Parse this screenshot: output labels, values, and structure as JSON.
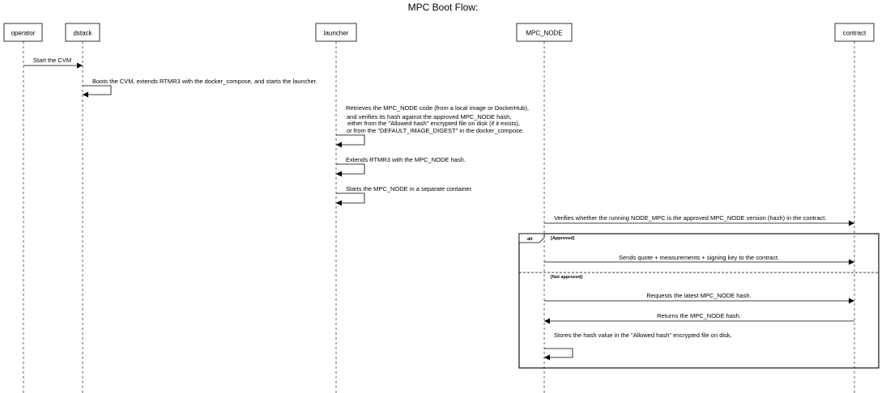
{
  "title": "MPC Boot Flow:",
  "participants": {
    "operator": "operator",
    "dstack": "dstack",
    "launcher": "launcher",
    "mpc_node": "MPC_NODE",
    "contract": "contract"
  },
  "messages": {
    "m1": "Start the CVM",
    "m2": "Boots the CVM, extends RTMR3 with the docker_compose, and starts the launcher.",
    "m3": {
      "line1": "Retrieves the MPC_NODE code (from a local image or DockerHub),",
      "line2": "and verifies its hash against the approved MPC_NODE hash,",
      "line3": "either from the \"Allowed hash\" encrypted file on disk (if it exists),",
      "line4": "or from the \"DEFAULT_IMAGE_DIGEST\" in the docker_compose."
    },
    "m4": "Extends RTMR3 with the MPC_NODE hash.",
    "m5": "Starts the MPC_NODE in a separate container.",
    "m6": "Verifies whether the running NODE_MPC is the approved MPC_NODE version (hash) in the contract.",
    "m7": "Sends quote + measurements + signing key to the contract.",
    "m8": "Requests the latest MPC_NODE hash.",
    "m9": "Returns the MPC_NODE hash.",
    "m10": "Stores the hash value in the \"Allowed hash\" encrypted file on disk,"
  },
  "fragment": {
    "operator": "alt",
    "guard1": "[Approved]",
    "guard2": "[Not approved]"
  }
}
